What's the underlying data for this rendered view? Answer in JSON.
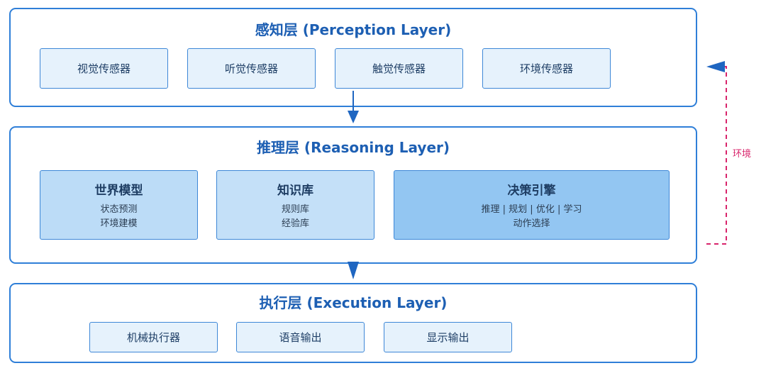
{
  "perception": {
    "title": "感知层 (Perception Layer)",
    "modules": [
      "视觉传感器",
      "听觉传感器",
      "触觉传感器",
      "环境传感器"
    ]
  },
  "reasoning": {
    "title": "推理层 (Reasoning Layer)",
    "modules": [
      {
        "name": "世界模型",
        "lines": [
          "状态预测",
          "环境建模"
        ]
      },
      {
        "name": "知识库",
        "lines": [
          "规则库",
          "经验库"
        ]
      },
      {
        "name": "决策引擎",
        "lines": [
          "推理 | 规划 | 优化 | 学习",
          "动作选择"
        ]
      }
    ]
  },
  "execution": {
    "title": "执行层 (Execution Layer)",
    "modules": [
      "机械执行器",
      "语音输出",
      "显示输出"
    ]
  },
  "feedback": {
    "label": "环境"
  },
  "colors": {
    "border": "#2f7fd8",
    "title": "#1d5fb3",
    "arrow": "#1f66c1",
    "feedback": "#d8246b",
    "module_fill": "#e6f2fc",
    "decision_fill": "#93c6f2"
  }
}
